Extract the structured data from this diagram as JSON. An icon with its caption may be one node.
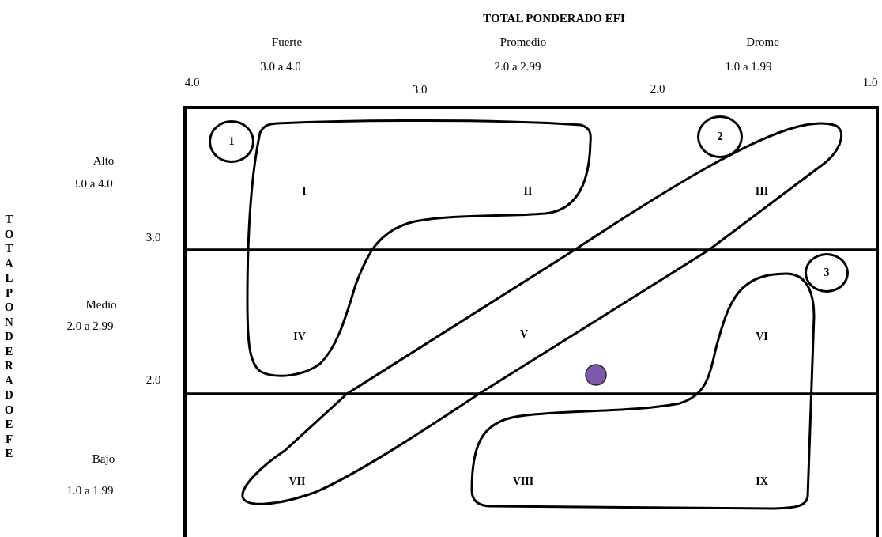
{
  "diagram": {
    "title": "TOTAL PONDERADO EFI",
    "nodes": [
      {
        "text": [
          "1"
        ]
      },
      {
        "text": [
          "2"
        ]
      },
      {
        "text": [
          "3"
        ]
      }
    ],
    "labels": [
      "Fuerte",
      "Promedio",
      "Drome",
      "3.0 a 4.0",
      "2.0 a 2.99",
      "1.0 a 1.99",
      "4.0",
      "3.0",
      "2.0",
      "1.0",
      "Alto",
      "3.0 a 4.0",
      "I",
      "II",
      "III",
      "TOTALPO NDERADOEF E",
      "3.0",
      "Medio",
      "2.0 a 2.99",
      "IV",
      "V",
      "VI",
      "2.0",
      "Bajo",
      "1.0 a 1.99",
      "VII",
      "VIII",
      "IX"
    ]
  }
}
